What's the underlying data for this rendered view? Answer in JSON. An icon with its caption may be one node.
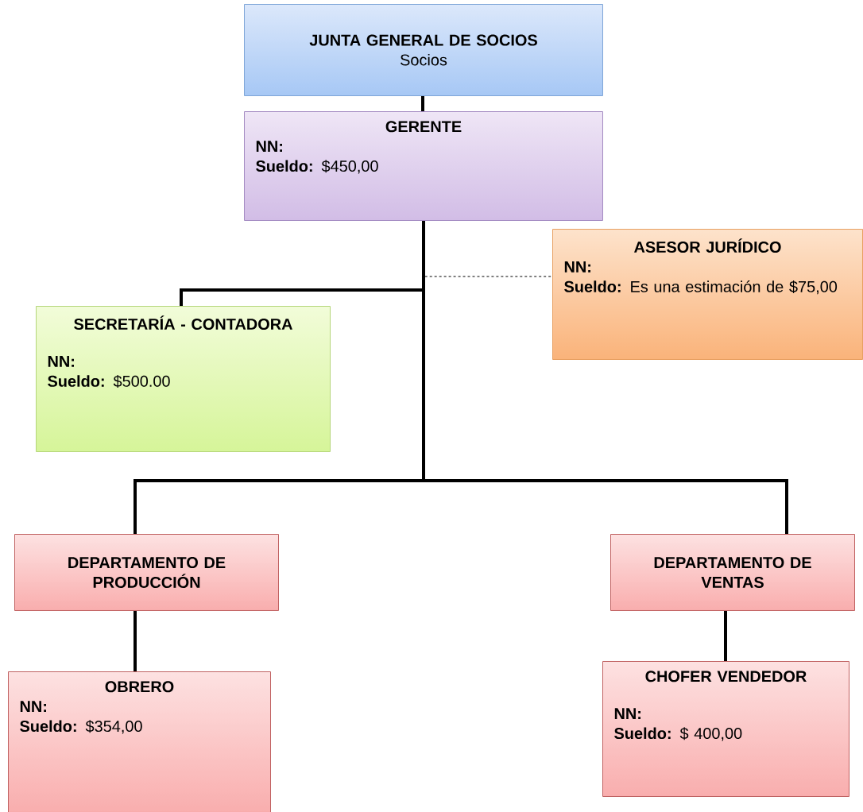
{
  "diagram": {
    "nodes": [
      {
        "text": [
          "JUNTA GENERAL DE SOCIOS",
          "Socios"
        ]
      },
      {
        "text": [
          "GERENTE",
          "NN:",
          "**Sueldo:** $450,00"
        ]
      },
      {
        "text": [
          "ASESOR JURÍDICO",
          "NN:",
          "**Sueldo:** Es una estimación  de $75,00"
        ]
      },
      {
        "text": [
          "SECRETARÍA - CONTADORA",
          "NN:",
          "**Sueldo:** $500.00"
        ]
      },
      {
        "text": [
          "DEPARTAMENTO DE PRODUCCIÓN"
        ]
      },
      {
        "text": [
          "DEPARTAMENTO DE VENTAS"
        ]
      },
      {
        "text": [
          "OBRERO",
          "NN:",
          "**Sueldo:** $354,00"
        ]
      },
      {
        "text": [
          "CHOFER VENDEDOR",
          "NN:",
          "**Sueldo:** $ 400,00"
        ]
      }
    ],
    "edges": [
      {
        "from": 0,
        "to": 1,
        "arrow": "none"
      },
      {
        "from": 1,
        "to": 3,
        "arrow": "none"
      },
      {
        "from": 1,
        "to": 2,
        "arrow": "none",
        "style": "dashed"
      },
      {
        "from": 1,
        "to": 4,
        "arrow": "none"
      },
      {
        "from": 1,
        "to": 5,
        "arrow": "none"
      },
      {
        "from": 4,
        "to": 6,
        "arrow": "none"
      },
      {
        "from": 5,
        "to": 7,
        "arrow": "none"
      }
    ]
  }
}
